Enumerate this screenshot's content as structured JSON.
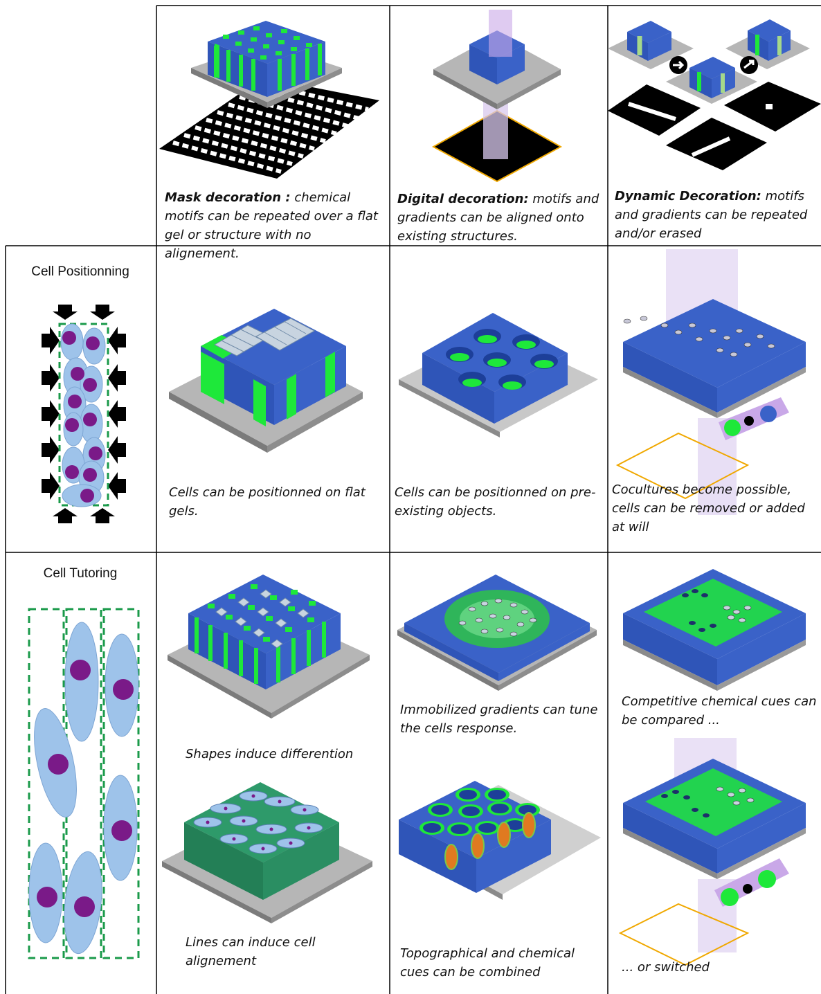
{
  "rows": {
    "positioning_label": "Cell Positionning",
    "tutoring_label": "Cell Tutoring"
  },
  "headers": {
    "mask": {
      "bold": "Mask decoration :",
      "rest": " chemical motifs can be repeated over a flat gel or structure with no alignement."
    },
    "digital": {
      "bold": "Digital decoration:",
      "rest": " motifs and gradients can be aligned onto existing structures."
    },
    "dynamic": {
      "bold": "Dynamic Decoration:",
      "rest": " motifs and gradients can be repeated and/or erased"
    }
  },
  "captions": {
    "pos_flat": "Cells can be positionned on flat gels.",
    "pos_pre": "Cells can be positionned on pre-existing objects.",
    "pos_cocult": "Cocultures become possible, cells can be removed or added at will",
    "tut_shapes": "Shapes induce differention",
    "tut_lines": "Lines can induce cell alignement",
    "tut_gradients": "Immobilized gradients can tune the cells response.",
    "tut_topo": "Topographical and chemical cues can be combined",
    "tut_competitive": "Competitive chemical cues can be compared ...",
    "tut_switched": "... or switched"
  },
  "colors": {
    "blue": "#3a62c8",
    "green": "#1ee83a",
    "gray": "#a8a8a8",
    "cell": "#9ec3ea",
    "nucleus": "#7a1a88",
    "dashed": "#1a9a4a",
    "light": "#c9a8e8"
  }
}
